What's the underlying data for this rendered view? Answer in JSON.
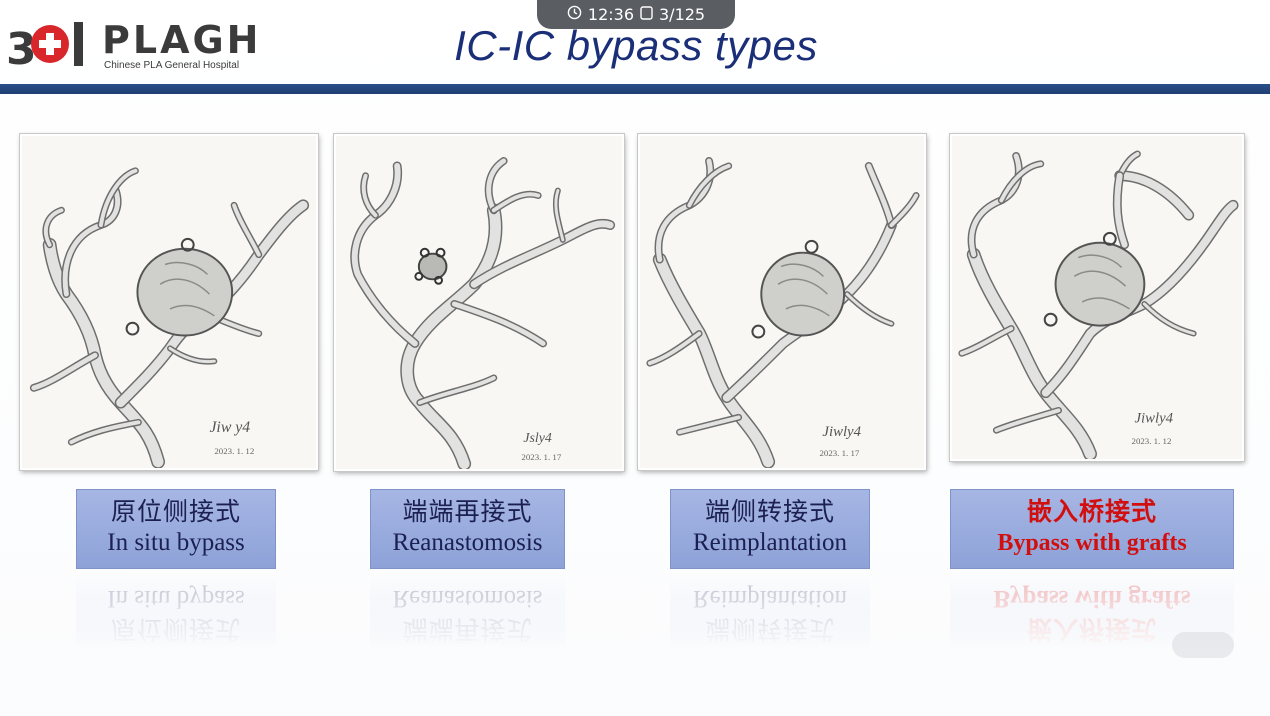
{
  "status": {
    "time": "12:36",
    "page": "3/125",
    "clock_icon": "clock-icon",
    "page_icon": "page-icon"
  },
  "logo": {
    "digits": "301",
    "brand": "PLAGH",
    "subtitle": "Chinese PLA General Hospital"
  },
  "title": "IC-IC bypass types",
  "panels": [
    {
      "cn": "原位侧接式",
      "en": "In situ bypass",
      "signature": "2023. 1. 12",
      "highlight": false
    },
    {
      "cn": "端端再接式",
      "en": "Reanastomosis",
      "signature": "2023. 1. 17",
      "highlight": false
    },
    {
      "cn": "端侧转接式",
      "en": "Reimplantation",
      "signature": "2023. 1. 17",
      "highlight": false
    },
    {
      "cn": "嵌入桥接式",
      "en": "Bypass with grafts",
      "signature": "2023. 1. 12",
      "highlight": true
    }
  ],
  "colors": {
    "title": "#1b2f78",
    "bar": "#24477f",
    "label_bg": "#9aacde",
    "highlight_text": "#d20f0f",
    "logo_red": "#d8262a"
  }
}
